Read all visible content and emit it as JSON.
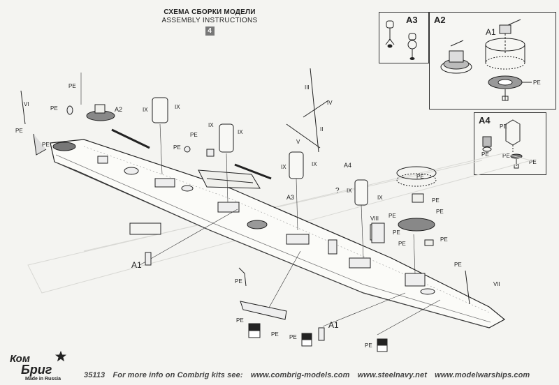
{
  "header": {
    "title_ru": "СХЕМА СБОРКИ МОДЕЛИ",
    "title_en": "ASSEMBLY INSTRUCTIONS",
    "page_number": "4"
  },
  "insets": {
    "a3": {
      "label": "A3"
    },
    "a2": {
      "label": "A2",
      "sub_label": "A1",
      "pe_label": "PE"
    },
    "a4": {
      "label": "A4",
      "pe_labels": [
        "PE",
        "PE",
        "PE",
        "PE"
      ]
    }
  },
  "callouts": {
    "roman": [
      "VI",
      "IX",
      "IX",
      "IX",
      "IX",
      "IX",
      "IX",
      "IX",
      "IX",
      "III",
      "IV",
      "II",
      "V",
      "VIII",
      "VII"
    ],
    "assemblies": [
      "A2",
      "A3",
      "A4",
      "A1",
      "A1"
    ],
    "pe": [
      "PE",
      "PE",
      "PE",
      "PE",
      "PE",
      "PE",
      "PE",
      "PE",
      "PE",
      "PE",
      "PE",
      "PE",
      "PE",
      "PE",
      "PE",
      "PE",
      "PE",
      "PE",
      "PE"
    ],
    "unknown": "?"
  },
  "logo": {
    "line1": "Ком",
    "line2": "Бриг",
    "made_in": "Made in Russia"
  },
  "footer": {
    "kit_number": "35113",
    "info": "For more info on Combrig kits see:",
    "site1": "www.combrig-models.com",
    "site2": "www.steelnavy.net",
    "site3": "www.modelwarships.com"
  }
}
